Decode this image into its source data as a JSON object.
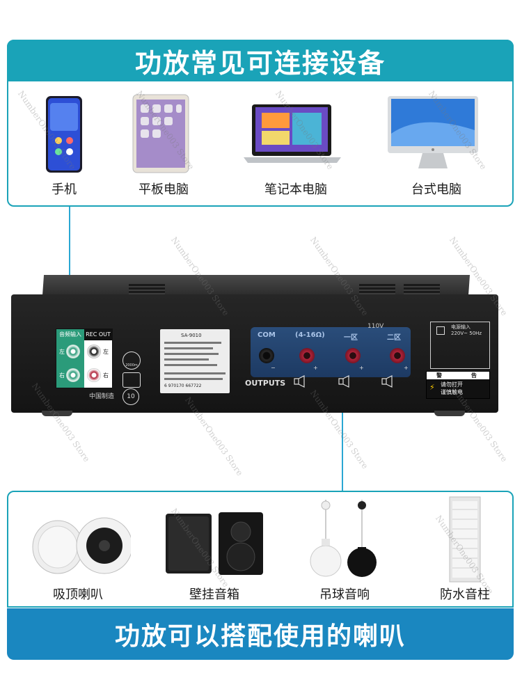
{
  "top": {
    "title": "功放常见可连接设备",
    "devices": [
      {
        "label": "手机",
        "icon": "phone-icon"
      },
      {
        "label": "平板电脑",
        "icon": "tablet-icon"
      },
      {
        "label": "笔记本电脑",
        "icon": "laptop-icon"
      },
      {
        "label": "台式电脑",
        "icon": "desktop-computer-icon"
      }
    ]
  },
  "amplifier": {
    "rec_panel": {
      "left_head": "音频输入",
      "right_head": "REC OUT",
      "left": "左",
      "right": "右"
    },
    "made_in": "中国制造",
    "cert_1": "2000m",
    "cert_2": "10",
    "plate_brand": "SA-9010",
    "plate_serial": "6 970170 667722",
    "outputs": {
      "com": "COM",
      "ohm": "(4-16Ω)",
      "zone1": "一区",
      "zone2": "二区",
      "label": "OUTPUTS",
      "voltage": "110V",
      "minus": "−",
      "plus": "+"
    },
    "power": {
      "line1": "电源输入",
      "line2": "220V~ 50Hz"
    },
    "warning": {
      "head_left": "警",
      "head_right": "告",
      "line1": "请勿打开",
      "line2": "谨慎触电"
    }
  },
  "bottom": {
    "title": "功放可以搭配使用的喇叭",
    "speakers": [
      {
        "label": "吸顶喇叭",
        "icon": "ceiling-speaker-icon"
      },
      {
        "label": "壁挂音箱",
        "icon": "wall-speaker-icon"
      },
      {
        "label": "吊球音响",
        "icon": "pendant-ball-speaker-icon"
      },
      {
        "label": "防水音柱",
        "icon": "waterproof-column-speaker-icon"
      }
    ]
  },
  "watermark": "NumberOne003 Store",
  "colors": {
    "teal": "#1aa3b8",
    "blue": "#1a87c0",
    "line": "#2aa7d3"
  }
}
